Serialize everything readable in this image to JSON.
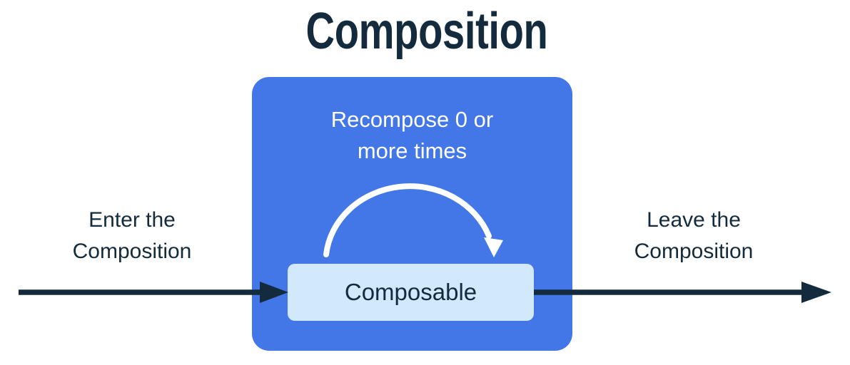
{
  "colors": {
    "dark_navy": "#132B3C",
    "composition_blue": "#4377E8",
    "composable_light_blue": "#D2E9FC",
    "arc_white": "#FFFFFF",
    "background": "#FFFFFF"
  },
  "diagram": {
    "title": "Composition",
    "enter_label": {
      "line1": "Enter the",
      "line2": "Composition"
    },
    "leave_label": {
      "line1": "Leave the",
      "line2": "Composition"
    },
    "composition_box": {
      "recompose_label": {
        "line1": "Recompose 0 or",
        "line2": "more times"
      },
      "composable_label": "Composable"
    }
  }
}
